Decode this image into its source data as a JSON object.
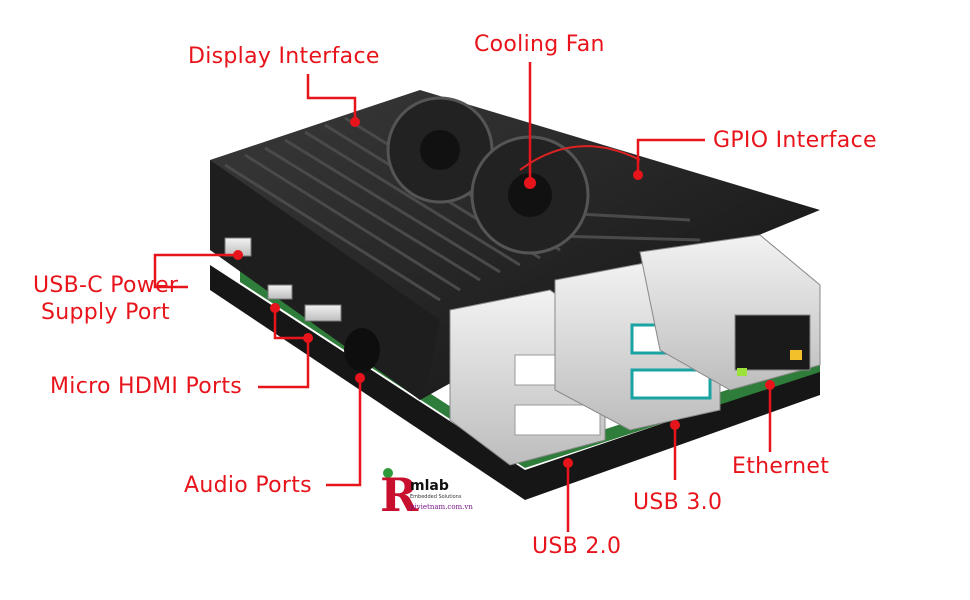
{
  "labels": {
    "display_interface": "Display Interface",
    "cooling_fan": "Cooling Fan",
    "gpio_interface": "GPIO Interface",
    "usb_c_line1": "USB-C Power",
    "usb_c_line2": "Supply Port",
    "micro_hdmi": "Micro HDMI Ports",
    "audio_ports": "Audio Ports",
    "ethernet": "Ethernet",
    "usb_30": "USB 3.0",
    "usb_20": "USB 2.0"
  },
  "logo": {
    "initial": "R",
    "name": "mlab",
    "tagline": "Embedded Solutions",
    "url": "pivietnam.com.vn"
  },
  "colors": {
    "label": "#e8141b",
    "pointer": "#e8141b",
    "case": "#1b1b1b",
    "pcb": "#2f7d3a",
    "usb3_accent": "#1aa3a3"
  }
}
